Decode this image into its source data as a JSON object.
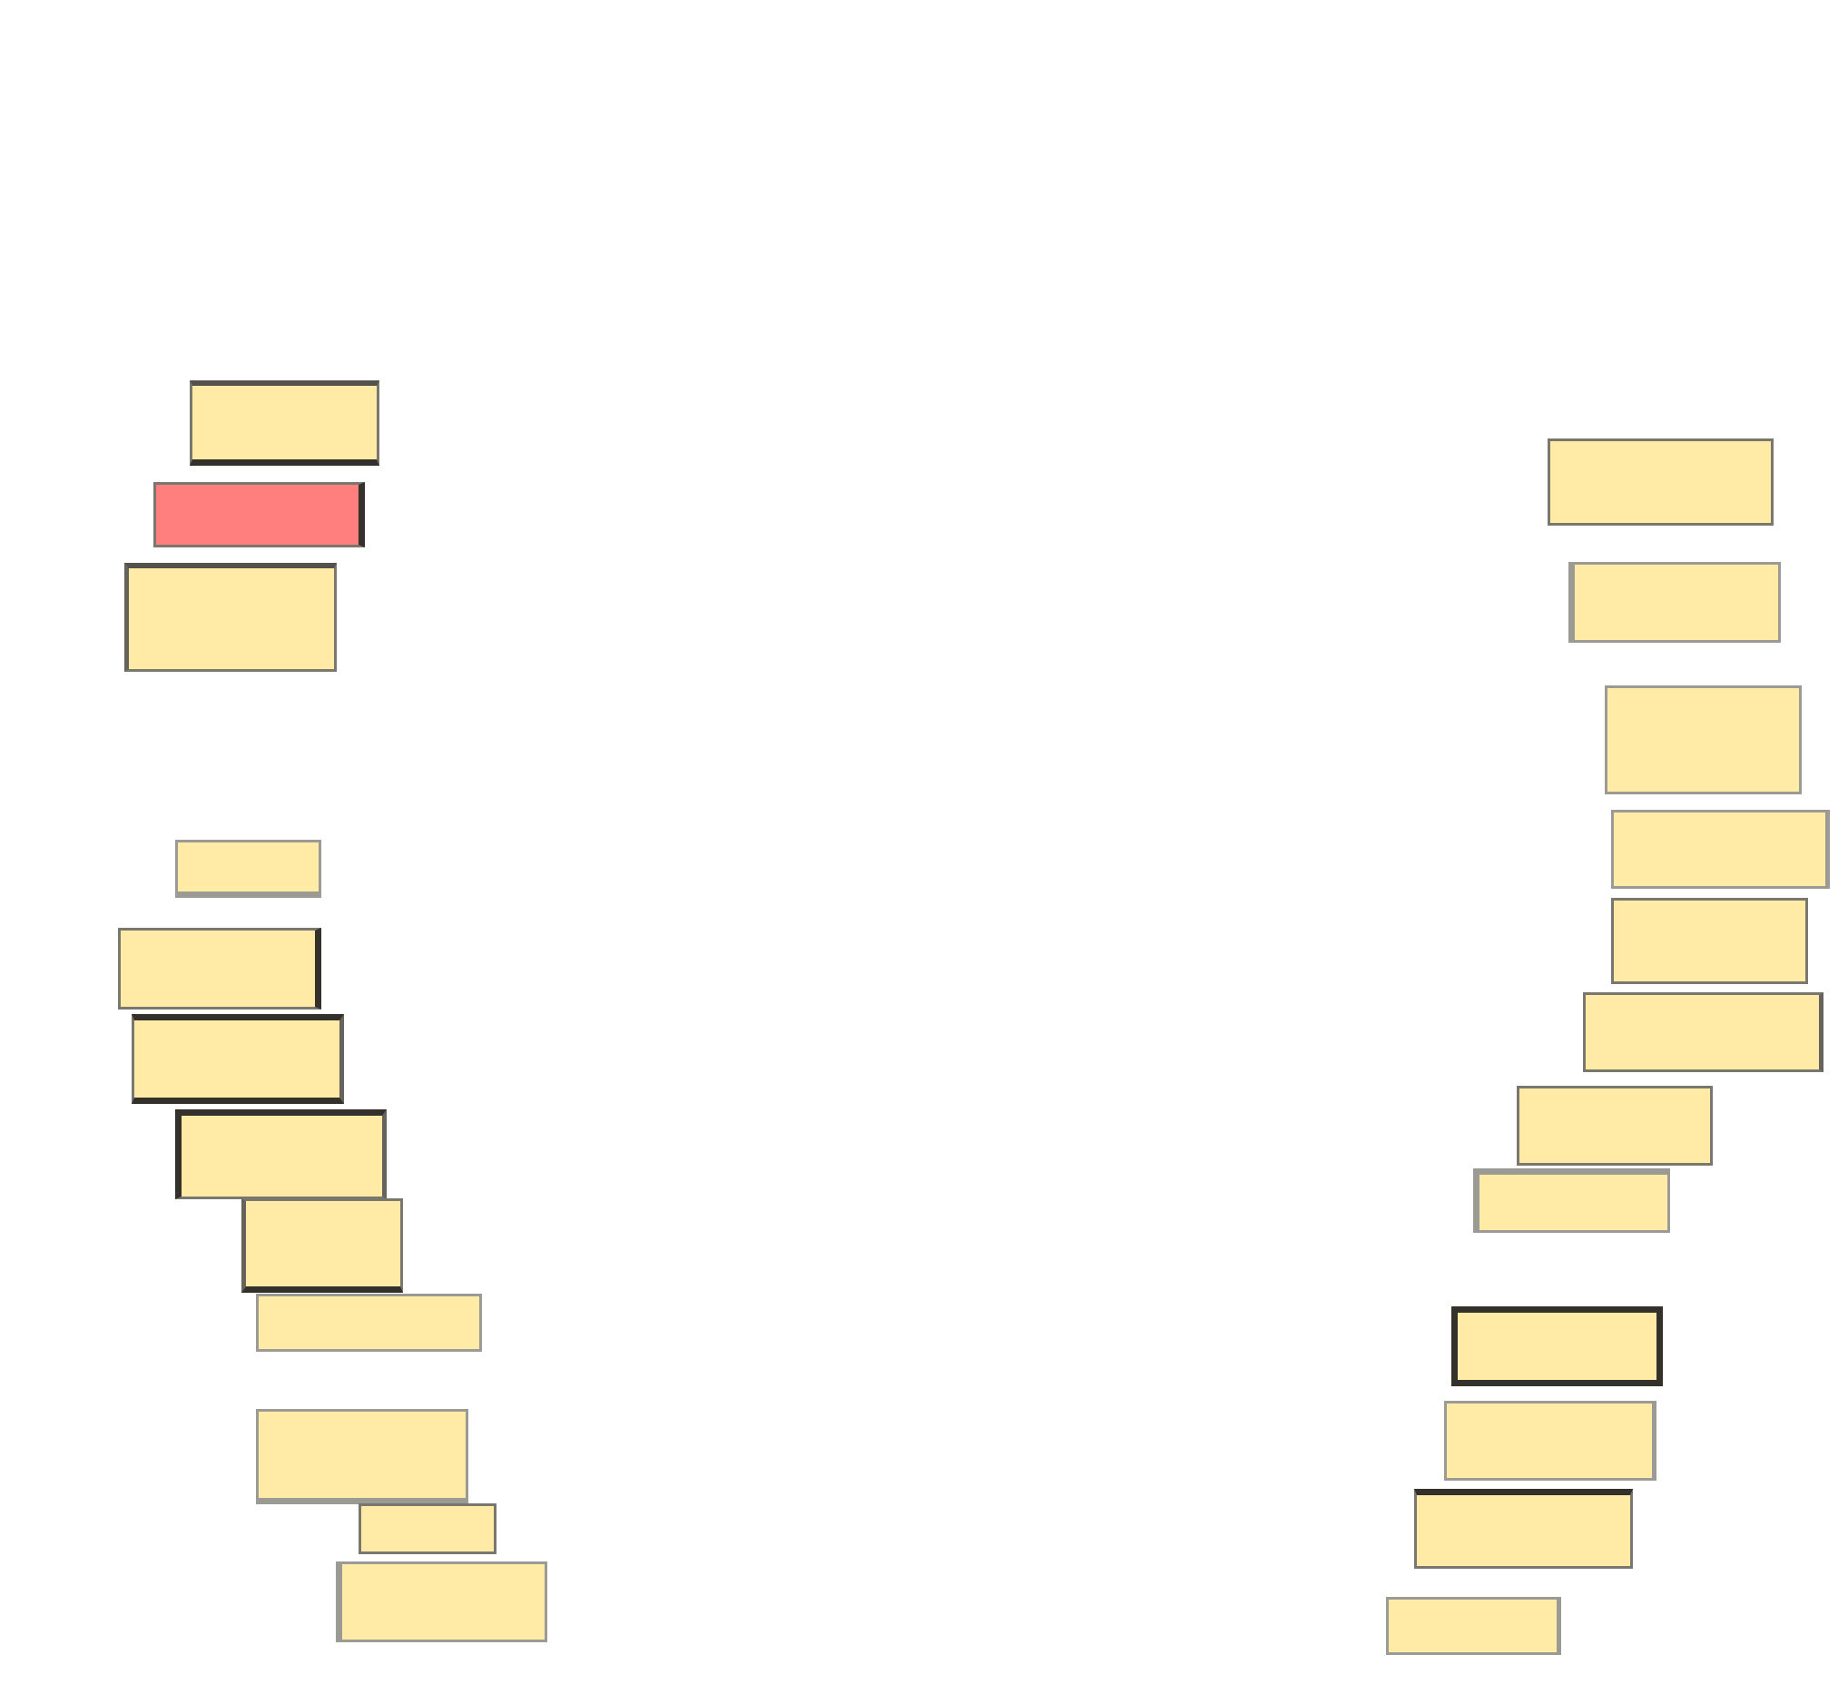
{
  "colors": {
    "background": "#ffffff",
    "box_fill": "#ffeba6",
    "highlight_fill": "#ff7f7f",
    "border": "#34302b"
  },
  "left_column": {
    "boxes": [
      {
        "id": "L1",
        "label": "",
        "highlighted": false
      },
      {
        "id": "L2",
        "label": "",
        "highlighted": true
      },
      {
        "id": "L3",
        "label": "",
        "highlighted": false
      },
      {
        "id": "L4",
        "label": "",
        "highlighted": false
      },
      {
        "id": "L5",
        "label": "",
        "highlighted": false
      },
      {
        "id": "L6",
        "label": "",
        "highlighted": false
      },
      {
        "id": "L7",
        "label": "",
        "highlighted": false
      },
      {
        "id": "L8",
        "label": "",
        "highlighted": false
      },
      {
        "id": "L9",
        "label": "",
        "highlighted": false
      },
      {
        "id": "L10",
        "label": "",
        "highlighted": false
      },
      {
        "id": "L11",
        "label": "",
        "highlighted": false
      },
      {
        "id": "L12",
        "label": "",
        "highlighted": false
      }
    ]
  },
  "right_column": {
    "boxes": [
      {
        "id": "R1",
        "label": "",
        "highlighted": false
      },
      {
        "id": "R2",
        "label": "",
        "highlighted": false
      },
      {
        "id": "R3",
        "label": "",
        "highlighted": false
      },
      {
        "id": "R4",
        "label": "",
        "highlighted": false
      },
      {
        "id": "R5",
        "label": "",
        "highlighted": false
      },
      {
        "id": "R6",
        "label": "",
        "highlighted": false
      },
      {
        "id": "R7",
        "label": "",
        "highlighted": false
      },
      {
        "id": "R8",
        "label": "",
        "highlighted": false
      },
      {
        "id": "R9",
        "label": "",
        "highlighted": false
      },
      {
        "id": "R10",
        "label": "",
        "highlighted": false
      },
      {
        "id": "R11",
        "label": "",
        "highlighted": false
      },
      {
        "id": "R12",
        "label": "",
        "highlighted": false
      }
    ]
  }
}
